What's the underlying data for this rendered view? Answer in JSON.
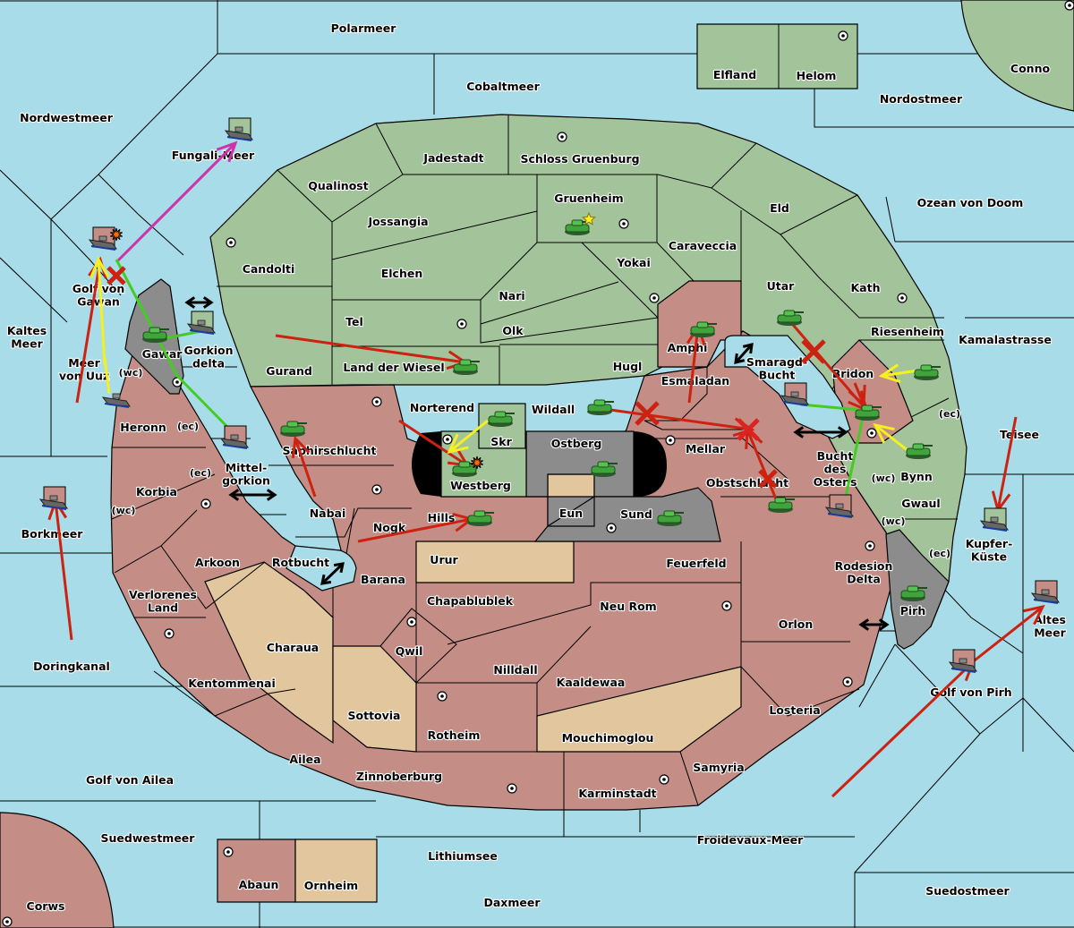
{
  "colors": {
    "sea": "#a8dce8",
    "green_power": "#a3c49a",
    "red_power": "#c48e86",
    "neutral": "#e2c69e",
    "impassable_gray": "#8c8c8c",
    "move_order": "#cc2211",
    "support_order": "#f5f020",
    "convoy_order": "#44cc22",
    "retreat_order": "#cc33aa"
  },
  "labels": [
    {
      "name": "Polarmeer",
      "type": "sea"
    },
    {
      "name": "Cobaltmeer",
      "type": "sea"
    },
    {
      "name": "Nordwestmeer",
      "type": "sea"
    },
    {
      "name": "Fungali-Meer",
      "type": "sea"
    },
    {
      "name": "Nordostmeer",
      "type": "sea"
    },
    {
      "name": "Ozean von Doom",
      "type": "sea"
    },
    {
      "name": "Kamalastrasse",
      "type": "sea"
    },
    {
      "name": "Teisee",
      "type": "sea"
    },
    {
      "name": "Kupfer-\nKüste",
      "type": "sea"
    },
    {
      "name": "Altes\nMeer",
      "type": "sea"
    },
    {
      "name": "Golf von Pirh",
      "type": "sea"
    },
    {
      "name": "Suedostmeer",
      "type": "sea"
    },
    {
      "name": "Froidevaux-Meer",
      "type": "sea"
    },
    {
      "name": "Daxmeer",
      "type": "sea"
    },
    {
      "name": "Lithiumsee",
      "type": "sea"
    },
    {
      "name": "Suedwestmeer",
      "type": "sea"
    },
    {
      "name": "Golf von Ailea",
      "type": "sea"
    },
    {
      "name": "Doringkanal",
      "type": "sea"
    },
    {
      "name": "Borkmeer",
      "type": "sea"
    },
    {
      "name": "Kaltes\nMeer",
      "type": "sea"
    },
    {
      "name": "Meer\nvon Uuz",
      "type": "sea"
    },
    {
      "name": "Golf von\nGawan",
      "type": "sea"
    },
    {
      "name": "Gorkion\ndelta",
      "type": "sea"
    },
    {
      "name": "Mittel-\ngorkion",
      "type": "sea"
    },
    {
      "name": "Rotbucht",
      "type": "sea"
    },
    {
      "name": "Smaragd-\nBucht",
      "type": "sea"
    },
    {
      "name": "Bucht\ndes\nOstens",
      "type": "sea"
    },
    {
      "name": "Rodesion\nDelta",
      "type": "sea"
    },
    {
      "name": "Elfland",
      "type": "land"
    },
    {
      "name": "Helom",
      "type": "land"
    },
    {
      "name": "Conno",
      "type": "land"
    },
    {
      "name": "Jadestadt",
      "type": "land"
    },
    {
      "name": "Schloss Gruenburg",
      "type": "land"
    },
    {
      "name": "Qualinost",
      "type": "land"
    },
    {
      "name": "Gruenheim",
      "type": "land"
    },
    {
      "name": "Jossangia",
      "type": "land"
    },
    {
      "name": "Eld",
      "type": "land"
    },
    {
      "name": "Caraveccia",
      "type": "land"
    },
    {
      "name": "Candolti",
      "type": "land"
    },
    {
      "name": "Elchen",
      "type": "land"
    },
    {
      "name": "Yokai",
      "type": "land"
    },
    {
      "name": "Nari",
      "type": "land"
    },
    {
      "name": "Utar",
      "type": "land"
    },
    {
      "name": "Kath",
      "type": "land"
    },
    {
      "name": "Tel",
      "type": "land"
    },
    {
      "name": "Olk",
      "type": "land"
    },
    {
      "name": "Amphi",
      "type": "land"
    },
    {
      "name": "Riesenheim",
      "type": "land"
    },
    {
      "name": "Gurand",
      "type": "land"
    },
    {
      "name": "Land der Wiesel",
      "type": "land"
    },
    {
      "name": "Hugl",
      "type": "land"
    },
    {
      "name": "Bridon",
      "type": "land"
    },
    {
      "name": "Esmaladan",
      "type": "land"
    },
    {
      "name": "Gawar",
      "type": "land"
    },
    {
      "name": "Heronn",
      "type": "land"
    },
    {
      "name": "Norterend",
      "type": "land"
    },
    {
      "name": "Wildall",
      "type": "land"
    },
    {
      "name": "Skr",
      "type": "land"
    },
    {
      "name": "Ostberg",
      "type": "land"
    },
    {
      "name": "Mellar",
      "type": "land"
    },
    {
      "name": "Saphirschlucht",
      "type": "land"
    },
    {
      "name": "Westberg",
      "type": "land"
    },
    {
      "name": "Obstschlucht",
      "type": "land"
    },
    {
      "name": "Korbia",
      "type": "land"
    },
    {
      "name": "Nabai",
      "type": "land"
    },
    {
      "name": "Eun",
      "type": "land"
    },
    {
      "name": "Sund",
      "type": "land"
    },
    {
      "name": "Bynn",
      "type": "land"
    },
    {
      "name": "Gwaul",
      "type": "land"
    },
    {
      "name": "Hills",
      "type": "land"
    },
    {
      "name": "Nogk",
      "type": "land"
    },
    {
      "name": "Urur",
      "type": "land"
    },
    {
      "name": "Feuerfeld",
      "type": "land"
    },
    {
      "name": "Arkoon",
      "type": "land"
    },
    {
      "name": "Barana",
      "type": "land"
    },
    {
      "name": "Chapablublek",
      "type": "land"
    },
    {
      "name": "Neu Rom",
      "type": "land"
    },
    {
      "name": "Verlorenes\nLand",
      "type": "land"
    },
    {
      "name": "Charaua",
      "type": "land"
    },
    {
      "name": "Qwil",
      "type": "land"
    },
    {
      "name": "Orlon",
      "type": "land"
    },
    {
      "name": "Pirh",
      "type": "land"
    },
    {
      "name": "Nilldall",
      "type": "land"
    },
    {
      "name": "Kaaldewaa",
      "type": "land"
    },
    {
      "name": "Kentommenai",
      "type": "land"
    },
    {
      "name": "Losteria",
      "type": "land"
    },
    {
      "name": "Sottovia",
      "type": "land"
    },
    {
      "name": "Rotheim",
      "type": "land"
    },
    {
      "name": "Mouchimoglou",
      "type": "land"
    },
    {
      "name": "Ailea",
      "type": "land"
    },
    {
      "name": "Zinnoberburg",
      "type": "land"
    },
    {
      "name": "Samyria",
      "type": "land"
    },
    {
      "name": "Karminstadt",
      "type": "land"
    },
    {
      "name": "Abaun",
      "type": "land"
    },
    {
      "name": "Ornheim",
      "type": "land"
    },
    {
      "name": "Corws",
      "type": "land"
    }
  ],
  "coast_markers": [
    "(wc)",
    "(ec)",
    "(ec)",
    "(wc)",
    "(ec)",
    "(wc)",
    "(wc)",
    "(ec)"
  ],
  "units": [
    {
      "type": "army",
      "province": "Gruenheim",
      "owner": "green",
      "marker": "star"
    },
    {
      "type": "army",
      "province": "Land der Wiesel",
      "owner": "green"
    },
    {
      "type": "army",
      "province": "Gawar",
      "owner": "green"
    },
    {
      "type": "army",
      "province": "Saphirschlucht",
      "owner": "green"
    },
    {
      "type": "army",
      "province": "Skr",
      "owner": "green"
    },
    {
      "type": "army",
      "province": "Westberg",
      "owner": "green",
      "marker": "dislodged"
    },
    {
      "type": "army",
      "province": "Wildall",
      "owner": "green"
    },
    {
      "type": "army",
      "province": "Ostberg",
      "owner": "green"
    },
    {
      "type": "army",
      "province": "Hills",
      "owner": "green"
    },
    {
      "type": "army",
      "province": "Sund",
      "owner": "green"
    },
    {
      "type": "army",
      "province": "Amphi",
      "owner": "green"
    },
    {
      "type": "army",
      "province": "Utar",
      "owner": "green"
    },
    {
      "type": "army",
      "province": "Riesenheim",
      "owner": "green"
    },
    {
      "type": "army",
      "province": "Bridon",
      "owner": "green"
    },
    {
      "type": "army",
      "province": "Bynn",
      "owner": "green"
    },
    {
      "type": "army",
      "province": "Obstschlucht",
      "owner": "green"
    },
    {
      "type": "army",
      "province": "Pirh",
      "owner": "green"
    },
    {
      "type": "fleet",
      "province": "Fungali-Meer",
      "owner": "green"
    },
    {
      "type": "fleet",
      "province": "Golf von Gawan",
      "owner": "red",
      "marker": "dislodged"
    },
    {
      "type": "fleet",
      "province": "Gorkion delta",
      "owner": "green"
    },
    {
      "type": "fleet",
      "province": "Meer von Uuz",
      "owner": "none"
    },
    {
      "type": "fleet",
      "province": "Mittelgorkion",
      "owner": "red"
    },
    {
      "type": "fleet",
      "province": "Borkmeer",
      "owner": "red"
    },
    {
      "type": "fleet",
      "province": "Smaragd-Bucht",
      "owner": "red"
    },
    {
      "type": "fleet",
      "province": "Bucht des Ostens",
      "owner": "red"
    },
    {
      "type": "fleet",
      "province": "Kupfer-Küste",
      "owner": "green"
    },
    {
      "type": "fleet",
      "province": "Golf von Pirh",
      "owner": "red"
    },
    {
      "type": "fleet",
      "province": "Altes Meer",
      "owner": "red"
    }
  ]
}
